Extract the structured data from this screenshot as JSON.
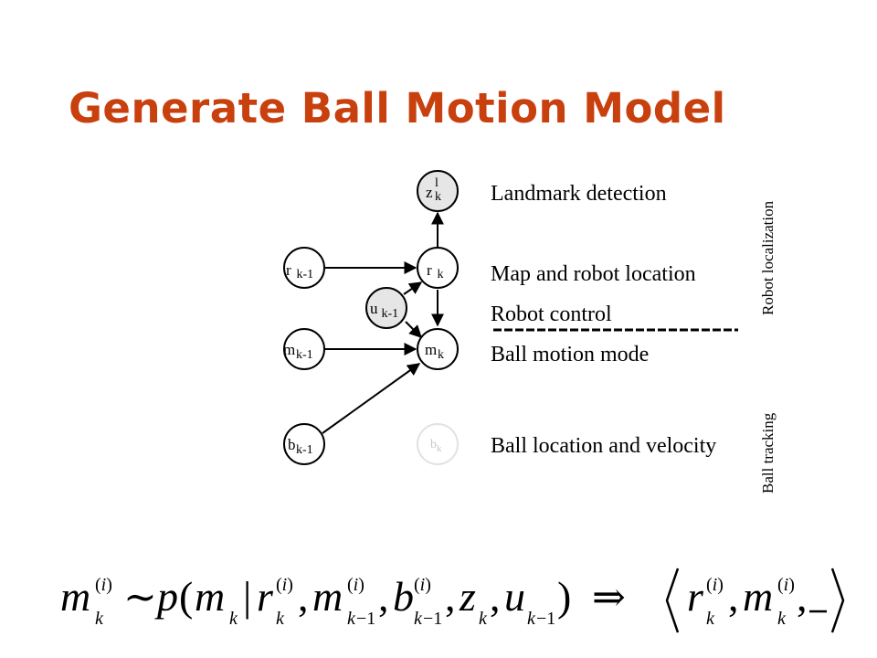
{
  "title": "Generate Ball Motion Model",
  "nodes": {
    "z": {
      "base": "z",
      "sup": "l",
      "sub": "k"
    },
    "r_prev": {
      "base": "r",
      "sub": " k-1"
    },
    "r_k": {
      "base": "r",
      "sub": " k"
    },
    "u_prev": {
      "base": "u",
      "sub": " k-1"
    },
    "m_prev": {
      "base": "m",
      "sub": "k-1"
    },
    "m_k": {
      "base": "m",
      "sub": "k"
    },
    "b_prev": {
      "base": "b",
      "sub": "k-1"
    },
    "b_k": {
      "base": "b",
      "sub": "k"
    }
  },
  "rows": {
    "landmark": "Landmark detection",
    "map_robot": "Map and robot location",
    "control": "Robot control",
    "motion_mode": "Ball motion mode",
    "ball_location": "Ball location and velocity"
  },
  "side_labels": {
    "robot_localization": "Robot localization",
    "ball_tracking": "Ball tracking"
  },
  "colors": {
    "title": "#c9400f",
    "shaded_node": "#e6e6e6",
    "faded_node": "#f0f0f0"
  }
}
